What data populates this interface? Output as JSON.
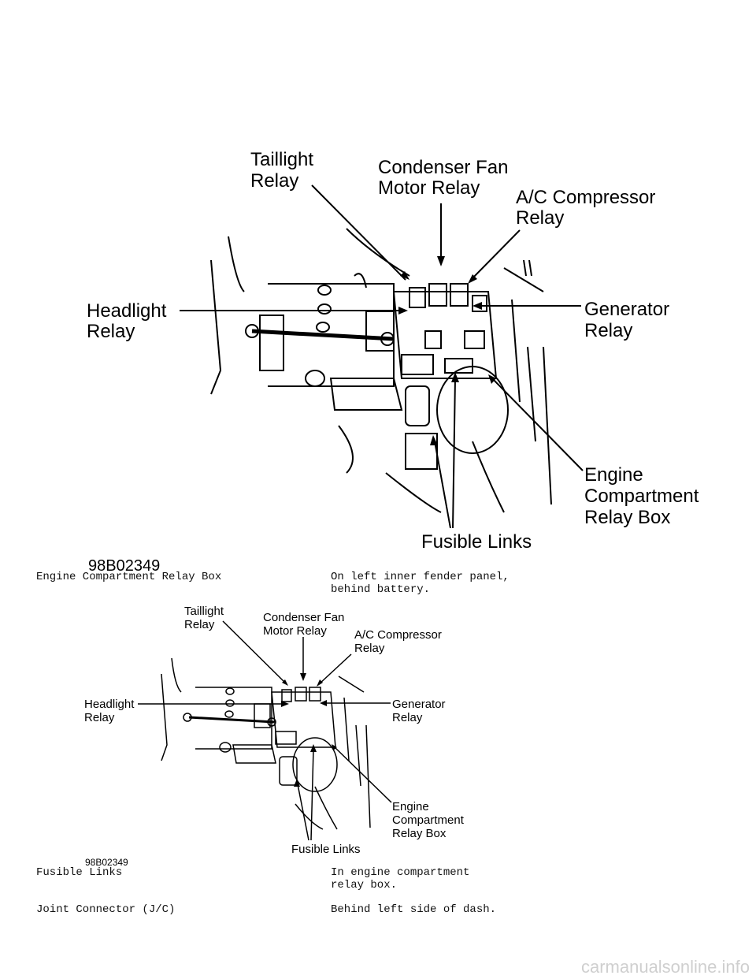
{
  "figure": {
    "labels": {
      "taillight_line1": "Taillight",
      "taillight_line2": "Relay",
      "condenser_line1": "Condenser Fan",
      "condenser_line2": "Motor Relay",
      "ac_line1": "A/C Compressor",
      "ac_line2": "Relay",
      "headlight_line1": "Headlight",
      "headlight_line2": "Relay",
      "generator_line1": "Generator",
      "generator_line2": "Relay",
      "engine_line1": "Engine",
      "engine_line2": "Compartment",
      "engine_line3": "Relay Box",
      "fusible": "Fusible Links",
      "code": "98B02349"
    }
  },
  "rows": [
    {
      "component": "Engine Compartment Relay Box",
      "location_line1": "On left inner fender panel,",
      "location_line2": "behind battery."
    },
    {
      "component": "Fusible Links",
      "location_line1": "In engine compartment",
      "location_line2": "relay box."
    },
    {
      "component": "Joint Connector (J/C)",
      "location_line1": "Behind left side of dash.",
      "location_line2": ""
    }
  ],
  "watermark": "carmanualsonline.info"
}
